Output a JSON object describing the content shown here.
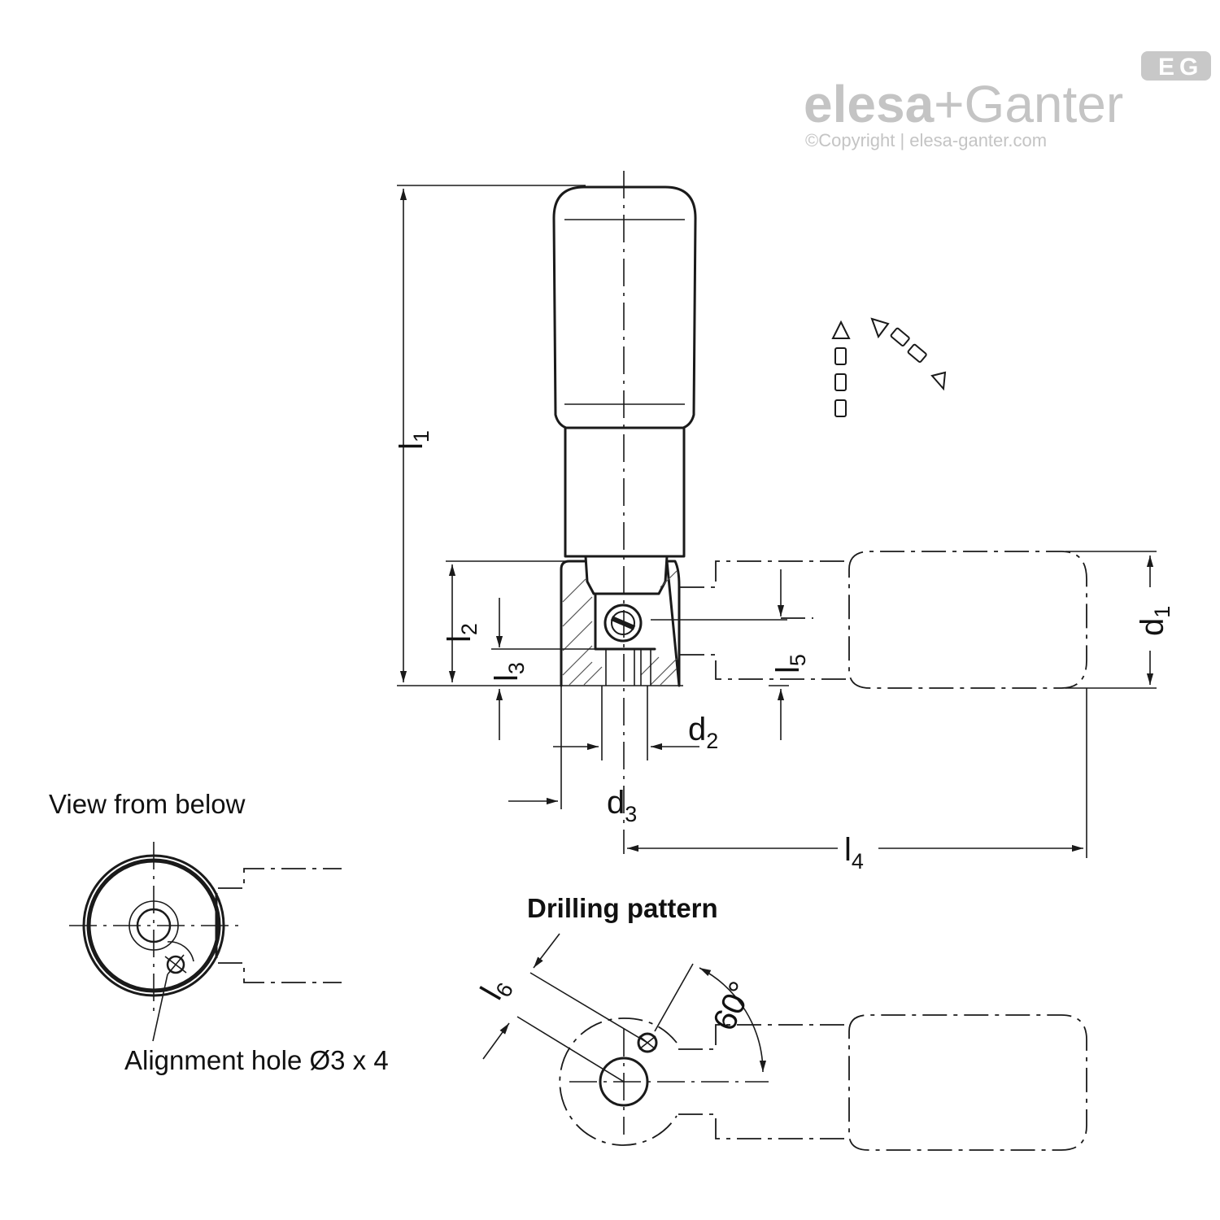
{
  "brand": {
    "logo_left": "elesa",
    "logo_plus": "+",
    "logo_right": "Ganter",
    "copyright": "©Copyright | elesa-ganter.com",
    "badge_icon": "eg-badge-logo"
  },
  "dimensions": {
    "l1": {
      "letter": "l",
      "sub": "1"
    },
    "l2": {
      "letter": "l",
      "sub": "2"
    },
    "l3": {
      "letter": "l",
      "sub": "3"
    },
    "l4": {
      "letter": "l",
      "sub": "4"
    },
    "l5": {
      "letter": "l",
      "sub": "5"
    },
    "l6": {
      "letter": "l",
      "sub": "6"
    },
    "d1": {
      "letter": "d",
      "sub": "1"
    },
    "d2": {
      "letter": "d",
      "sub": "2"
    },
    "d3": {
      "letter": "d",
      "sub": "3"
    },
    "angle": "60°"
  },
  "labels": {
    "view_from_below": "View from below",
    "alignment_hole": "Alignment hole Ø3 x 4",
    "drilling_pattern": "Drilling pattern"
  },
  "icons": {
    "rotation_symbol": "rotation-positions-icon"
  }
}
